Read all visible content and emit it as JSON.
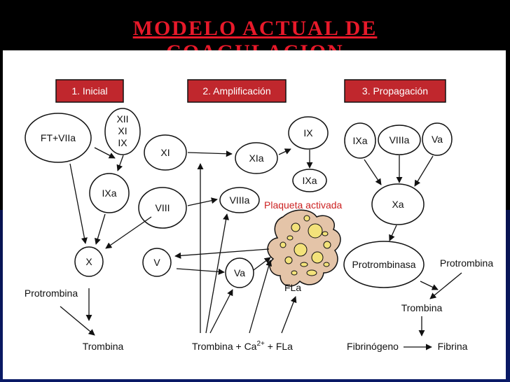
{
  "slide_title": {
    "line1": "MODELO ACTUAL DE",
    "line2": "COAGULACION"
  },
  "phases": [
    {
      "label": "1. Inicial"
    },
    {
      "label": "2. Amplificación"
    },
    {
      "label": "3. Propagación"
    }
  ],
  "colors": {
    "header_fill": "#c0272d",
    "title_red": "#e8192a",
    "platelet_fill": "#e4c4a8",
    "granule_fill": "#f3e27a",
    "background_dark": "#000000",
    "band_blue": "#0a1a66"
  },
  "inicial": {
    "nodes": {
      "ft_viia": "FT+VIIa",
      "xii": "XII",
      "xi": "XI",
      "ix": "IX",
      "ixa": "IXa",
      "x": "X"
    },
    "protrombina": "Protrombina",
    "trombina": "Trombina"
  },
  "amplificacion": {
    "nodes": {
      "xi": "XI",
      "xia": "XIa",
      "ix": "IX",
      "ixa": "IXa",
      "viii": "VIII",
      "viiia": "VIIIa",
      "v": "V",
      "va": "Va"
    },
    "plaqueta_label": "Plaqueta activada",
    "fla_label": "FLa",
    "bottom": {
      "part1": "Trombina + Ca",
      "sup": "2+",
      "part2": " + FLa"
    }
  },
  "propagacion": {
    "nodes": {
      "ixa": "IXa",
      "viiia": "VIIIa",
      "va": "Va",
      "xa": "Xa",
      "protrombinasa": "Protrombinasa"
    },
    "protrombina": "Protrombina",
    "trombina": "Trombina",
    "fibrinogeno": "Fibrinógeno",
    "fibrina": "Fibrina"
  }
}
